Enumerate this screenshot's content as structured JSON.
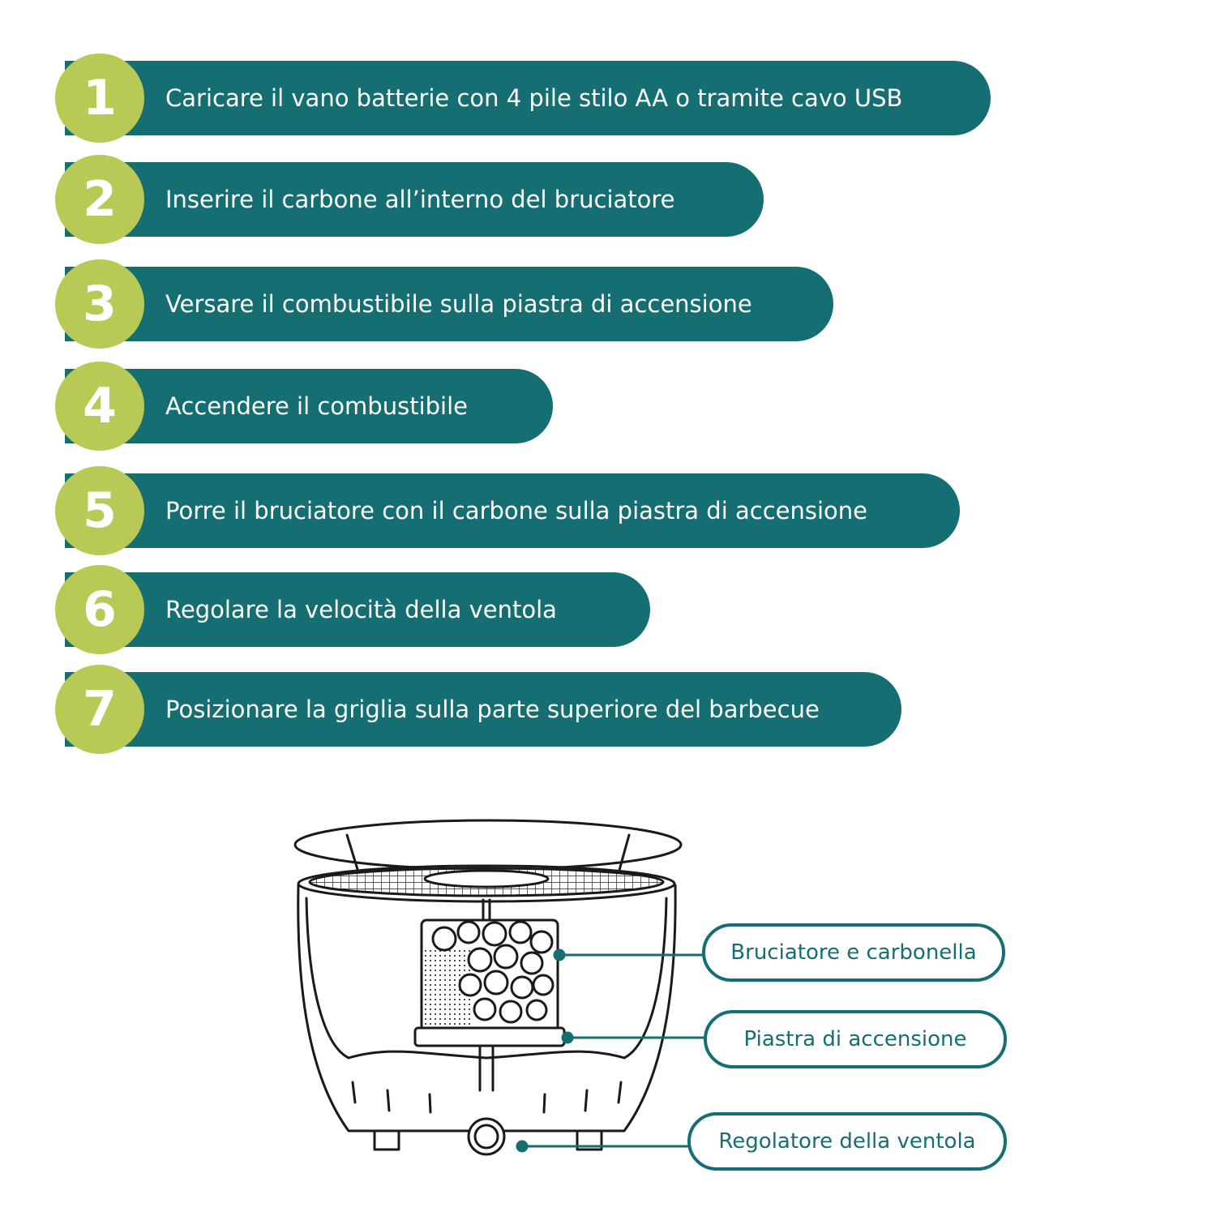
{
  "steps": [
    {
      "number": "1",
      "text": "Caricare il vano batterie con 4 pile stilo AA o tramite cavo USB"
    },
    {
      "number": "2",
      "text": "Inserire il carbone all’interno del bruciatore"
    },
    {
      "number": "3",
      "text": "Versare il combustibile sulla piastra di accensione"
    },
    {
      "number": "4",
      "text": "Accendere il combustibile"
    },
    {
      "number": "5",
      "text": "Porre il bruciatore con il carbone sulla piastra di accensione"
    },
    {
      "number": "6",
      "text": "Regolare la velocità della ventola"
    },
    {
      "number": "7",
      "text": "Posizionare la griglia sulla parte superiore del barbecue"
    }
  ],
  "callouts": {
    "burner": "Bruciatore e carbonella",
    "plate": "Piastra di accensione",
    "fan": "Regolatore della ventola"
  },
  "colors": {
    "teal": "#156e72",
    "green": "#b8c955"
  }
}
